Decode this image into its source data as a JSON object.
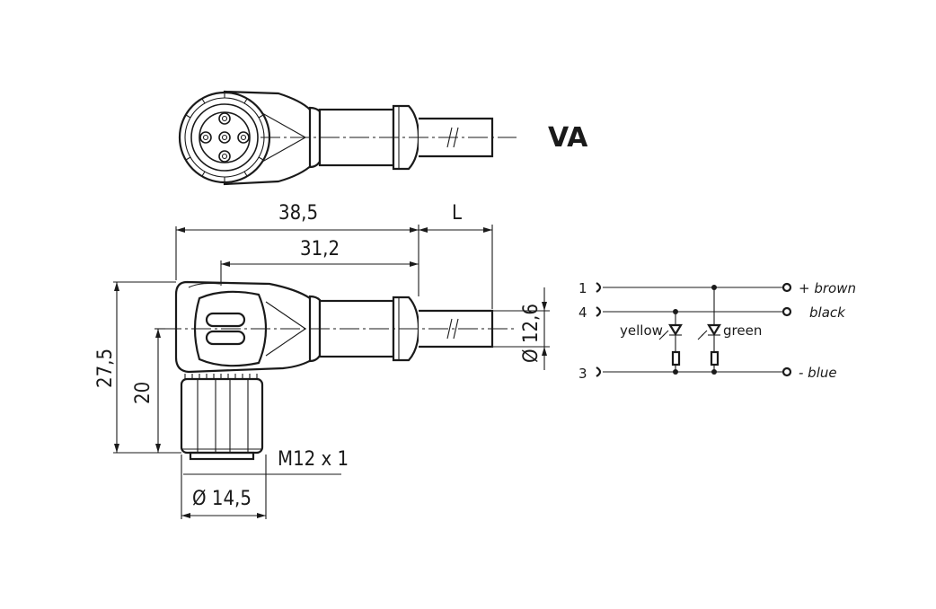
{
  "variant_label": "VA",
  "dimensions": {
    "overall_length": "38,5",
    "cable_length": "L",
    "body_length": "31,2",
    "overall_height": "27,5",
    "axis_height": "20",
    "cable_diameter": "Ø 12,6",
    "thread": "M12 x 1",
    "nut_diameter": "Ø 14,5"
  },
  "wiring": {
    "pins": [
      "1",
      "4",
      "3"
    ],
    "wires": [
      "+ brown",
      "black",
      "- blue"
    ],
    "leds": [
      "yellow",
      "green"
    ]
  },
  "colors": {
    "line": "#1a1a1a",
    "background": "#ffffff"
  }
}
